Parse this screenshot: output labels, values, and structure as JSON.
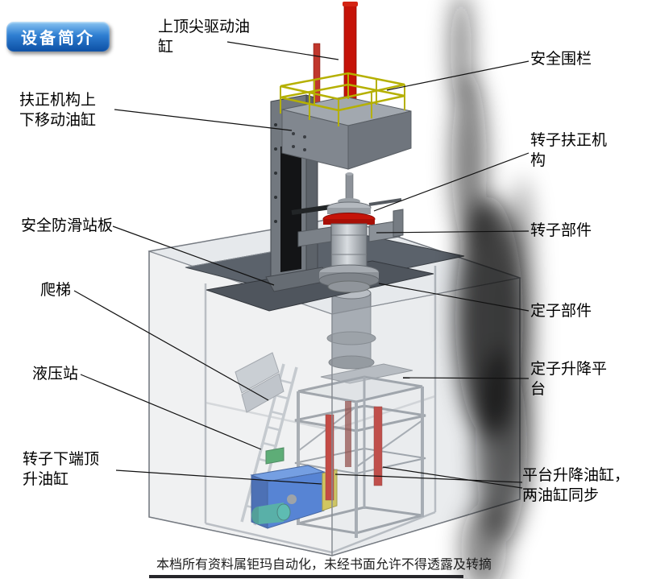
{
  "badge": {
    "label": "设备简介"
  },
  "callouts": {
    "top_center_cylinder": "上顶尖驱动油缸",
    "safety_fence": "安全围栏",
    "centering_move_cylinder": "扶正机构上下移动油缸",
    "rotor_centering_mechanism": "转子扶正机构",
    "anti_slip_platform": "安全防滑站板",
    "rotor_component": "转子部件",
    "ladder": "爬梯",
    "stator_component": "定子部件",
    "hydraulic_station": "液压站",
    "stator_lift_platform": "定子升降平台",
    "rotor_bottom_jack_cylinder": "转子下端顶升油缸",
    "platform_lift_cylinders": "平台升降油缸，两油缸同步"
  },
  "footer": {
    "text": "本档所有资料属钜玛自动化，未经书面允许不得透露及转摘"
  },
  "colors": {
    "badge_blue": "#2f7fd2",
    "cylinder_red": "#c51308",
    "railing_yellow": "#b5b000",
    "hydraulic_blue": "#2563d4",
    "plate_gray": "#5b626b",
    "frame_gray": "#9aa0a7"
  }
}
